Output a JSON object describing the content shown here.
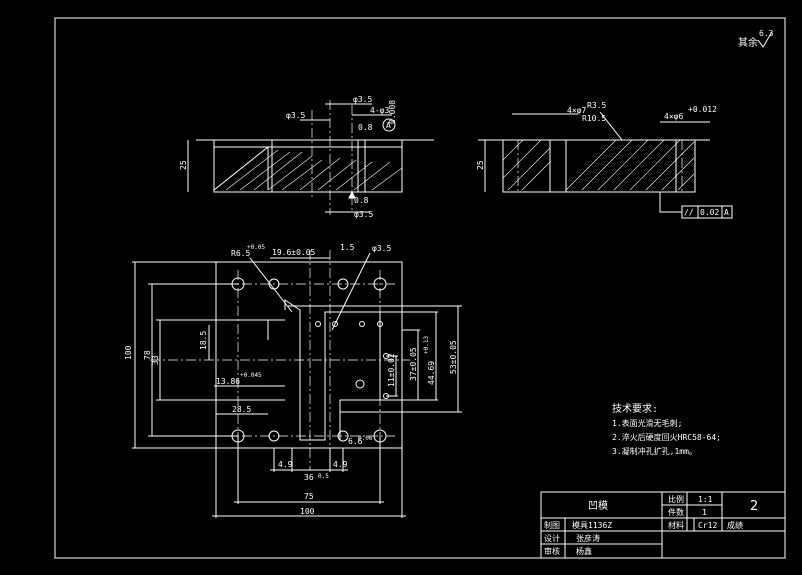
{
  "roughness": {
    "symbol_label": "其余",
    "value": "6.3"
  },
  "front_view": {
    "dims": {
      "height": "25",
      "d35": "φ3.5",
      "d35b": "φ3.5",
      "holes": "4-φ3",
      "d08a": "0.8",
      "d08b": "0.8",
      "d35c": "φ3.5",
      "tol": "0.008",
      "datum": "A"
    }
  },
  "side_view": {
    "dims": {
      "holes7": "4×φ7",
      "r35": "R3.5",
      "r105": "R10.5",
      "holes6": "4×φ6",
      "holes6_tol": "+0.012",
      "height": "25"
    },
    "parallelism": {
      "symbol": "//",
      "value": "0.02",
      "datum": "A"
    }
  },
  "plan_view": {
    "dims": {
      "r65": "R6.5",
      "r65_tol": "+0.05",
      "d196": "19.6±0.05",
      "d15": "1.5",
      "d35": "φ3.5",
      "d78": "78",
      "d185": "18.5",
      "d1386": "13.86",
      "d1386_tol": "+0.045",
      "d285": "28.5",
      "d33": "33",
      "d37": "37±0.05",
      "d446": "44.69",
      "d446_tol": "+0.13",
      "d53": "53±0.05",
      "d11": "11±0.02",
      "d100v": "100",
      "d49a": "4.9",
      "d36": "36",
      "d49b": "4.9",
      "d66": "6.6",
      "d05": "0.5",
      "d75": "75",
      "d100h": "100",
      "d006": "0.06"
    }
  },
  "tech_requirements": {
    "title": "技术要求:",
    "items": [
      "1.表面光滑无毛刺;",
      "2.淬火后硬度回火HRC58-64;",
      "3.凝制冲孔扩孔,1mm。"
    ]
  },
  "title_block": {
    "part_name": "凹模",
    "scale_label": "比例",
    "scale_value": "1:1",
    "qty_label": "件数",
    "qty_value": "1",
    "material_label": "材料",
    "material_value": "Cr12",
    "mark_label": "成绩",
    "sheet_no": "2",
    "drawn_label": "制图",
    "drawn_value": "模具1136Z",
    "design_label": "设计",
    "design_value": "张彦涛",
    "check_label": "审核",
    "check_value": "杨鑫"
  }
}
